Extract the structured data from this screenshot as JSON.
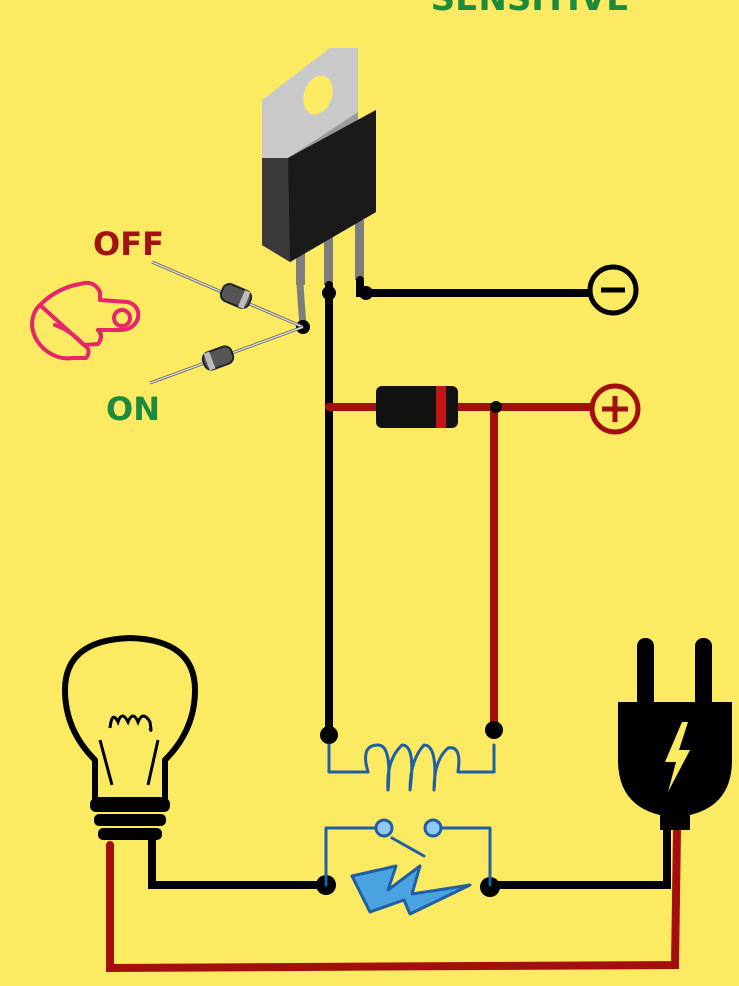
{
  "header": {
    "title": "SENSITIVE"
  },
  "labels": {
    "off": "OFF",
    "on": "ON"
  },
  "terminals": {
    "negative": "−",
    "positive": "+"
  },
  "colors": {
    "background": "#fdea63",
    "title_green": "#1e8a3c",
    "wire_black": "#000000",
    "wire_red": "#a30f0f",
    "off_label": "#a31212",
    "on_label": "#1e8a3c",
    "hand": "#e8246b",
    "coil_blue": "#1f5fa3",
    "spark_blue": "#4aa3e0"
  },
  "icons": [
    "transistor-icon",
    "diode-icon",
    "pointing-hand-icon",
    "light-bulb-icon",
    "relay-icon",
    "power-plug-icon",
    "minus-terminal-icon",
    "plus-terminal-icon"
  ]
}
